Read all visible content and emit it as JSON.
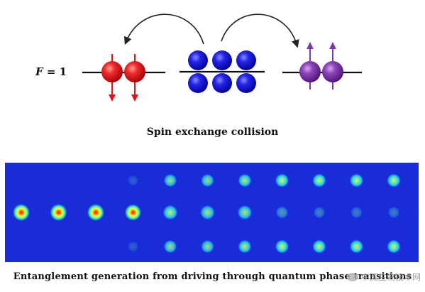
{
  "diagram": {
    "f_symbol": "F",
    "f_value": "= 1",
    "caption_top": "Spin exchange collision",
    "caption_bottom": "Entanglement generation from driving through quantum phase transitions",
    "watermark": "中国生物技术网",
    "colors": {
      "spin_down": "#e0121a",
      "spin_zero": "#1a1ae0",
      "spin_up": "#7a3aa8",
      "panel_bg": "#1a2bd8"
    },
    "icons": [
      "spin-down-arrow-icon",
      "spin-up-arrow-icon",
      "curved-arrow-icon",
      "wechat-icon"
    ],
    "sequence": [
      {
        "center": 1.0,
        "sides": 0.0
      },
      {
        "center": 1.0,
        "sides": 0.0
      },
      {
        "center": 1.0,
        "sides": 0.0
      },
      {
        "center": 0.9,
        "sides": 0.15
      },
      {
        "center": 0.6,
        "sides": 0.55
      },
      {
        "center": 0.55,
        "sides": 0.55
      },
      {
        "center": 0.55,
        "sides": 0.6
      },
      {
        "center": 0.2,
        "sides": 0.65
      },
      {
        "center": 0.1,
        "sides": 0.65
      },
      {
        "center": 0.08,
        "sides": 0.65
      },
      {
        "center": 0.08,
        "sides": 0.65
      }
    ]
  }
}
